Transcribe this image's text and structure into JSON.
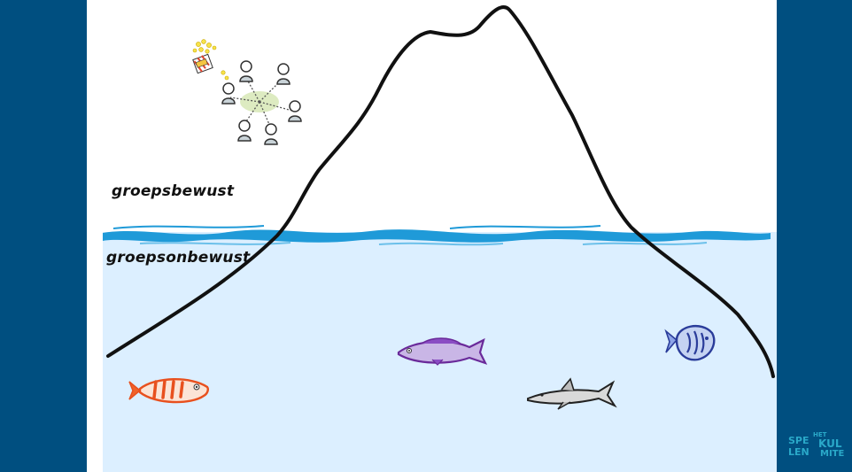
{
  "labels": {
    "above": "groepsbewust",
    "below": "groepsonbewust"
  },
  "logo": {
    "line1": "SPE",
    "line2": "LEN",
    "line3": "HET",
    "line4": "KUL",
    "line5": "MITE"
  },
  "colors": {
    "frame": "#004f80",
    "water": "#dcefff",
    "wave": "#1f9ad8",
    "logo": "#2aa9c9"
  },
  "illustrations": [
    "group-of-people-icon",
    "popcorn-icon",
    "clownfish-icon",
    "purple-fish-icon",
    "shark-icon",
    "blue-fish-icon"
  ]
}
